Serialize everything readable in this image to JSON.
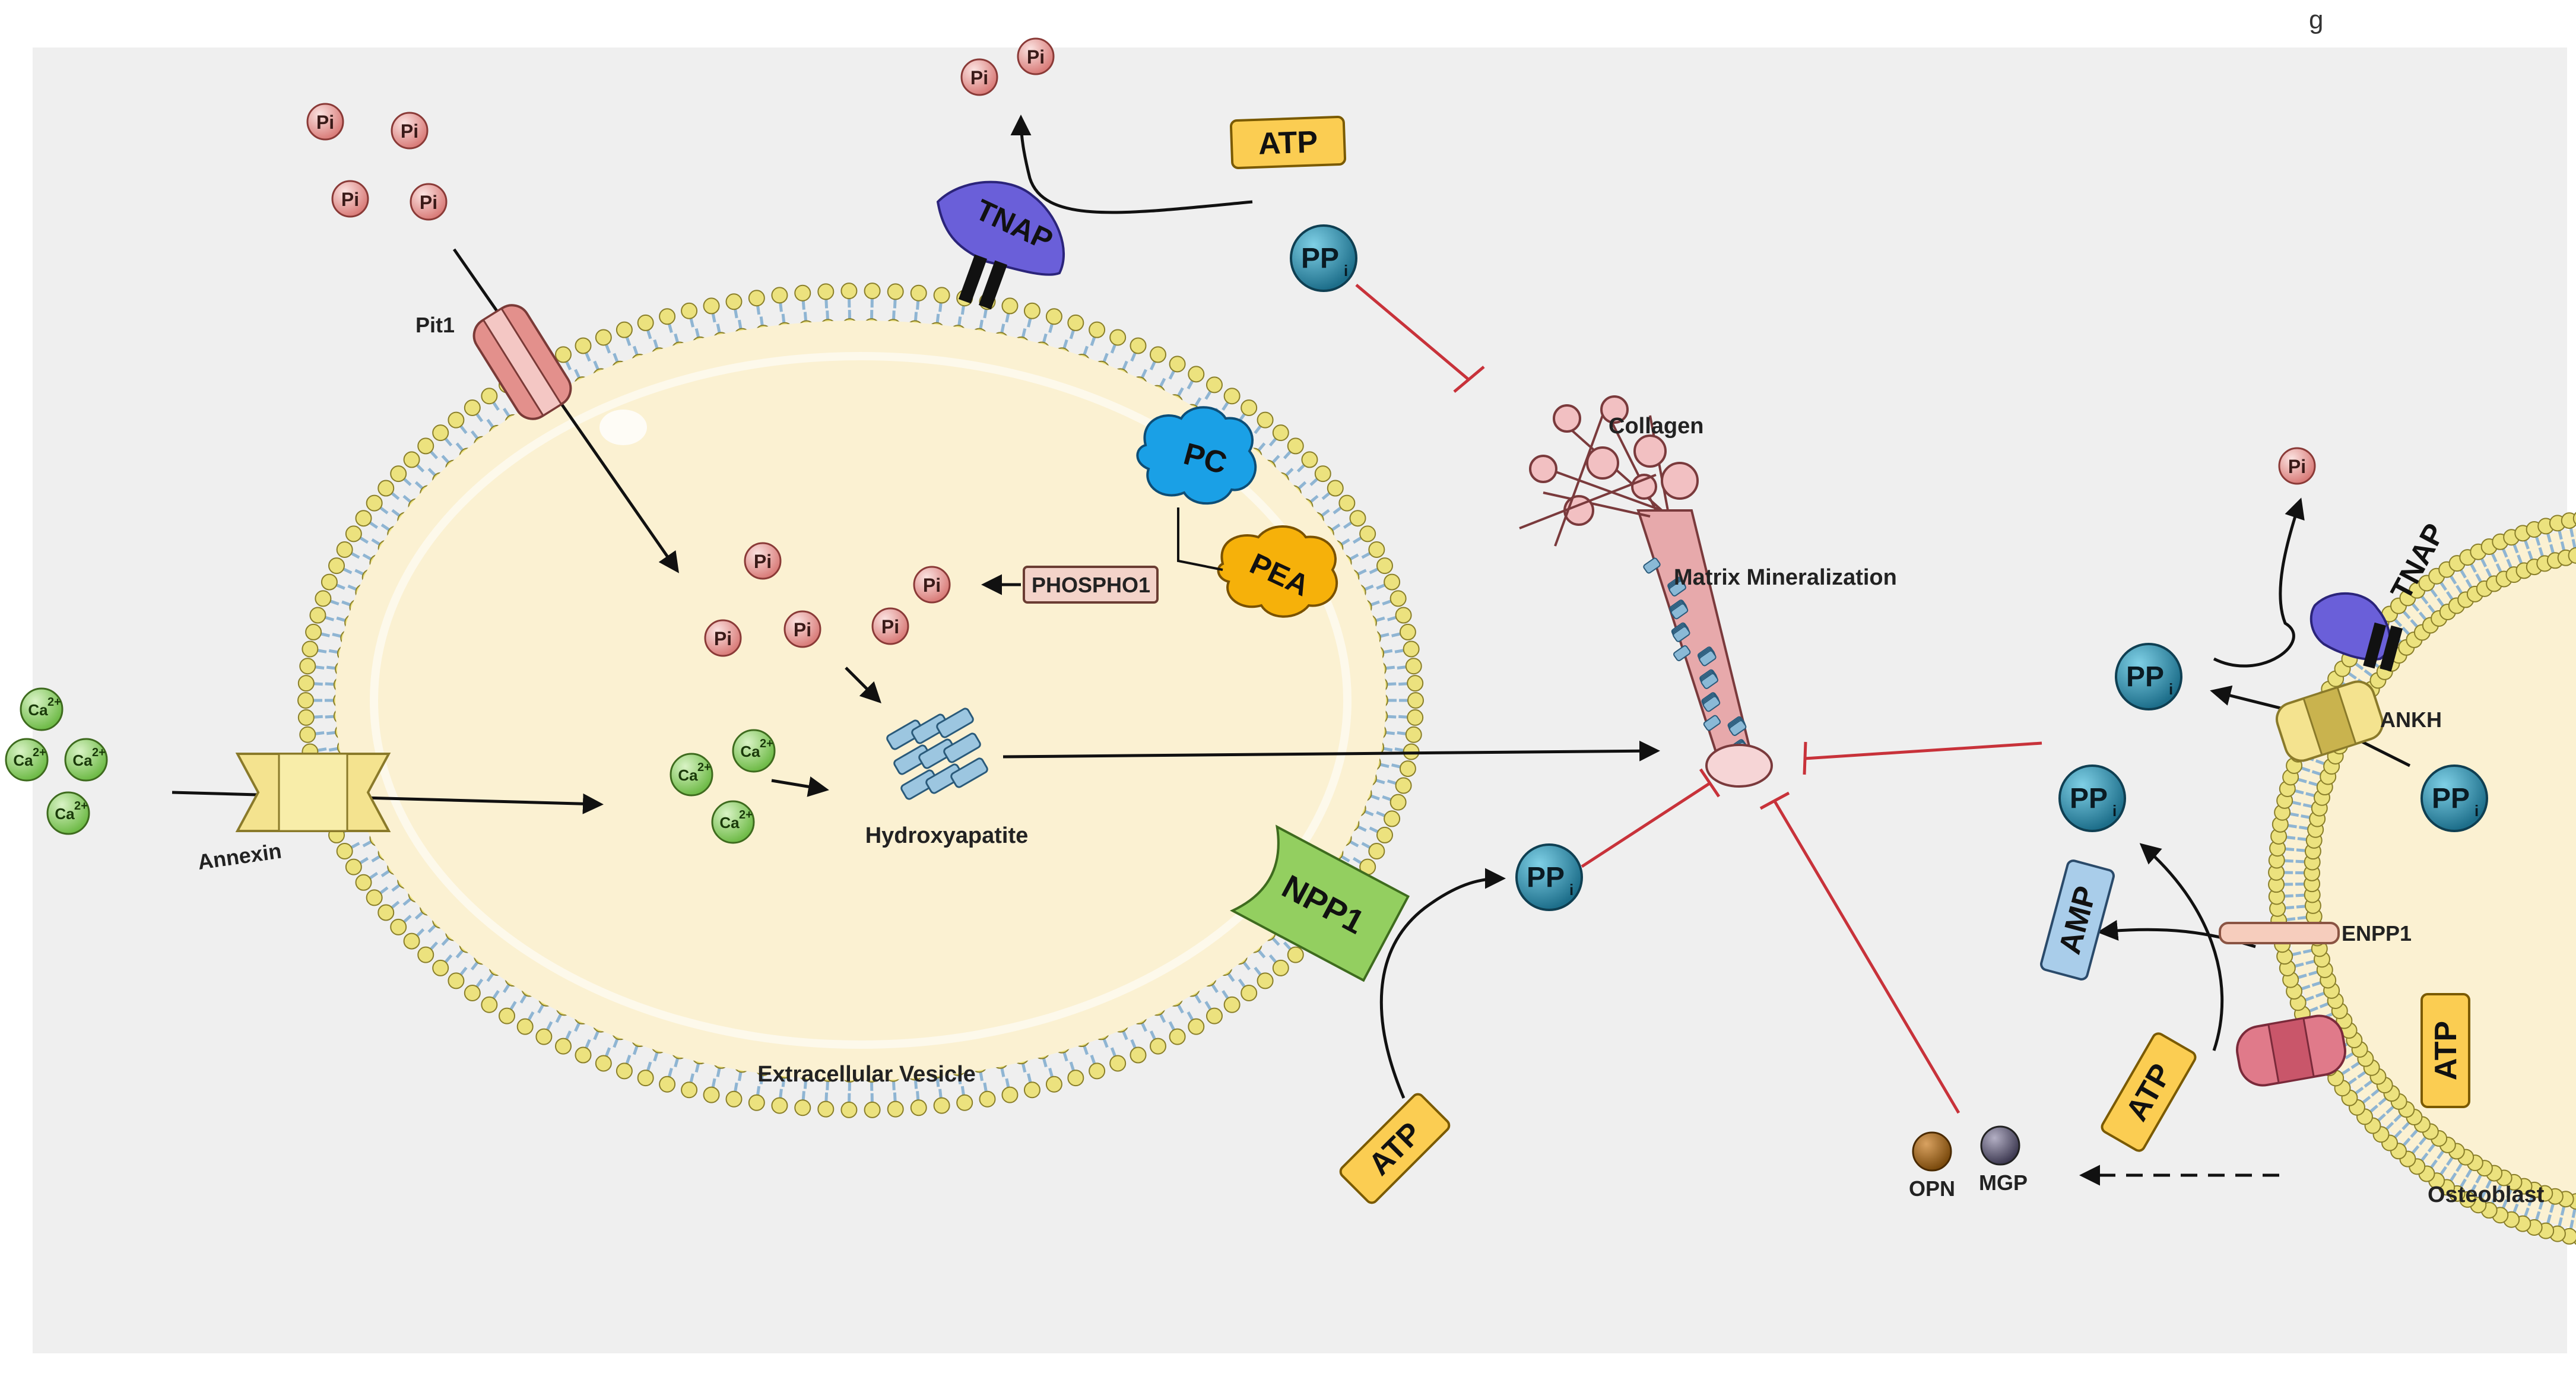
{
  "corner_fragment": "g",
  "labels": {
    "pi": "Pi",
    "pp": "PP",
    "pp_sub": "i",
    "ca": "Ca",
    "ca_sup": "2+",
    "atp": "ATP",
    "amp": "AMP",
    "tnap": "TNAP",
    "pit1": "Pit1",
    "annexin": "Annexin",
    "pc": "PC",
    "pea": "PEA",
    "phospho1": "PHOSPHO1",
    "npp1": "NPP1",
    "collagen": "Collagen",
    "matrix_mineralization": "Matrix Mineralization",
    "hydroxyapatite": "Hydroxyapatite",
    "extracellular_vesicle": "Extracellular Vesicle",
    "ankh": "ANKH",
    "enpp1": "ENPP1",
    "opn": "OPN",
    "mgp": "MGP",
    "osteoblast": "Osteoblast"
  },
  "colors": {
    "background": "#efefef",
    "vesicle_fill": "#fbf1d2",
    "lipid_head": "#ece27e",
    "lipid_tail": "#8fb5d3",
    "pi_ball": "#e79a97",
    "pp_ball": "#2f8eab",
    "ca_ball": "#8fcf6b",
    "atp_box": "#fbcd52",
    "amp_box": "#a9cdea",
    "tnap": "#6a5fd9",
    "pc": "#1aa0e6",
    "pea": "#f6b10a",
    "npp1": "#93cf60",
    "inhibit": "#c8323a",
    "arrow": "#111111",
    "opn": "#a36a1e",
    "mgp": "#5d5873"
  }
}
